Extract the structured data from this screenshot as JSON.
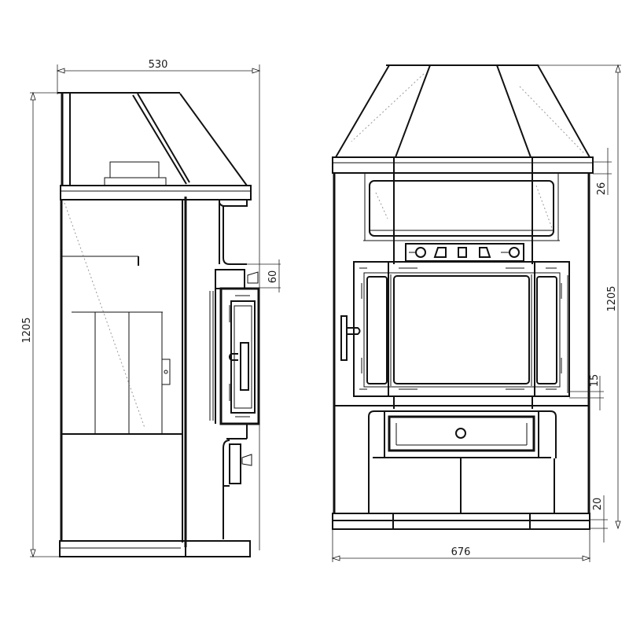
{
  "drawing": {
    "type": "technical-drawing",
    "subject": "stove",
    "views": [
      {
        "name": "side-view"
      },
      {
        "name": "front-view"
      }
    ]
  },
  "dimensions": {
    "side_width": "530",
    "side_height": "1205",
    "side_flue_offset": "60",
    "front_width": "676",
    "front_height": "1205",
    "front_cornice": "26",
    "front_door_gap": "15",
    "front_plinth": "20"
  },
  "colors": {
    "line": "#111111",
    "background": "#ffffff"
  }
}
